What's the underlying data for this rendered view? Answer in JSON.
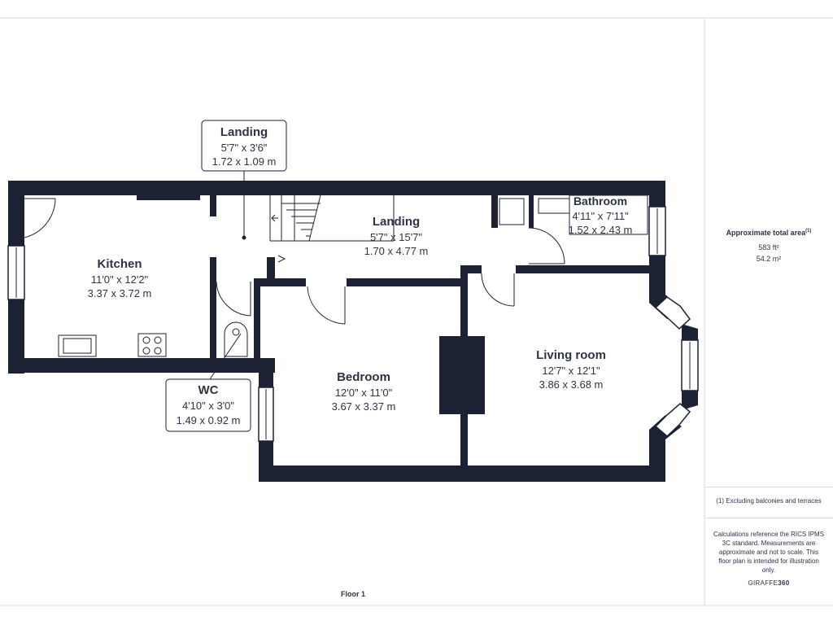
{
  "rooms": {
    "landing_top": {
      "name": "Landing",
      "imperial": "5'7\" x 3'6\"",
      "metric": "1.72 x 1.09 m"
    },
    "landing_main": {
      "name": "Landing",
      "imperial": "5'7\" x 15'7\"",
      "metric": "1.70 x 4.77 m"
    },
    "bathroom": {
      "name": "Bathroom",
      "imperial": "4'11\" x 7'11\"",
      "metric": "1.52 x 2.43 m"
    },
    "kitchen": {
      "name": "Kitchen",
      "imperial": "11'0\" x 12'2\"",
      "metric": "3.37 x 3.72 m"
    },
    "wc": {
      "name": "WC",
      "imperial": "4'10\" x 3'0\"",
      "metric": "1.49 x 0.92 m"
    },
    "bedroom": {
      "name": "Bedroom",
      "imperial": "12'0\" x 11'0\"",
      "metric": "3.67 x 3.37 m"
    },
    "living_room": {
      "name": "Living room",
      "imperial": "12'7\" x 12'1\"",
      "metric": "3.86 x 3.68 m"
    }
  },
  "floor_label": "Floor 1",
  "side_panel": {
    "area_title": "Approximate total area",
    "area_footnote_marker": "(1)",
    "area_imperial": "583 ft²",
    "area_metric": "54.2 m²",
    "exclusion_note": "(1) Excluding balconies and terraces",
    "calc_note": "Calculations reference the RICS IPMS 3C standard. Measurements are approximate and not to scale. This floor plan is intended for illustration only.",
    "brand_prefix": "GIRAFFE",
    "brand_suffix": "360"
  },
  "colors": {
    "wall": "#1c2233",
    "text": "#2d3345",
    "window": "#ffffff",
    "fixture": "#6b7080"
  }
}
